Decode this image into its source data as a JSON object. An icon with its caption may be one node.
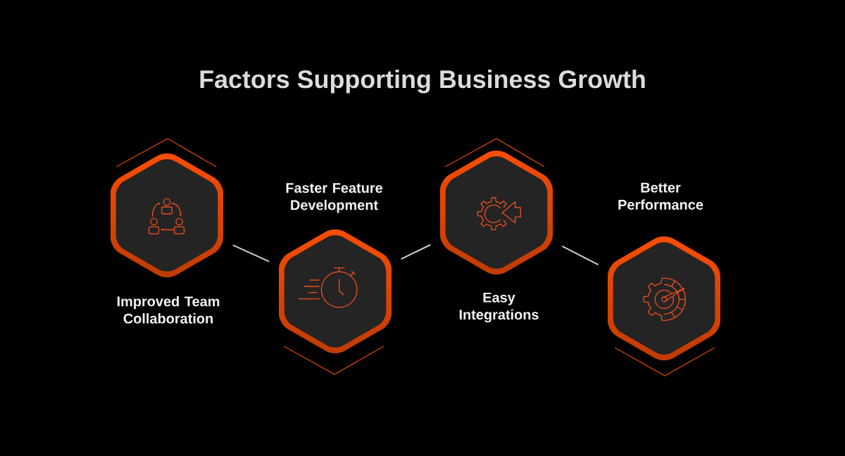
{
  "diagram": {
    "title": "Factors Supporting Business Growth",
    "nodes": [
      {
        "text": [
          "Improved Team Collaboration"
        ]
      },
      {
        "text": [
          "Faster Feature Development"
        ]
      },
      {
        "text": [
          "Easy Integrations"
        ]
      },
      {
        "text": [
          "Better Performance"
        ]
      }
    ],
    "edges": [
      {
        "from": 0,
        "to": 1,
        "arrow": "none"
      },
      {
        "from": 1,
        "to": 2,
        "arrow": "none"
      },
      {
        "from": 2,
        "to": 3,
        "arrow": "none"
      }
    ]
  }
}
